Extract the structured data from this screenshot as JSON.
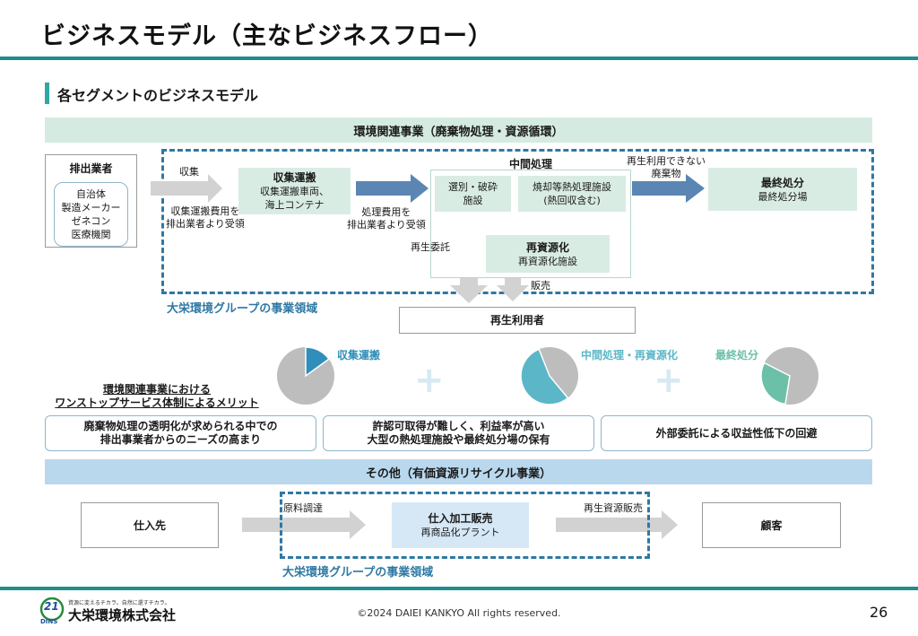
{
  "page": {
    "title": "ビジネスモデル（主なビジネスフロー）",
    "subtitle": "各セグメントのビジネスモデル",
    "page_number": "26",
    "copyright": "©2024 DAIEI KANKYO All rights reserved."
  },
  "env_section": {
    "band_title": "環境関連事業（廃棄物処理・資源循環）",
    "scope_label": "大栄環境グループの事業領域",
    "emitters": {
      "title": "排出業者",
      "items": [
        "自治体",
        "製造メーカー",
        "ゼネコン",
        "医療機関"
      ]
    },
    "arrow_collect": "収集",
    "collect_fee": "収集運搬費用を\n排出業者より受領",
    "collection": {
      "title": "収集運搬",
      "desc": "収集運搬車両、\n海上コンテナ"
    },
    "processing_fee": "処理費用を\n排出業者より受領",
    "intermediate": {
      "title": "中間処理",
      "sorting": "選別・破砕\n施設",
      "incineration": "焼却等熱処理施設\n(熱回収含む)"
    },
    "recycle": {
      "title": "再資源化",
      "desc": "再資源化施設"
    },
    "unrecyclable": "再生利用できない\n廃棄物",
    "final": {
      "title": "最終処分",
      "desc": "最終処分場"
    },
    "recycle_consign": "再生委託",
    "sale": "販売",
    "recycler": "再生利用者"
  },
  "pies": [
    {
      "label": "収集運搬",
      "share": 0.15,
      "color": "#2f8fba"
    },
    {
      "label": "中間処理・再資源化",
      "share": 0.55,
      "color": "#5bb7c7"
    },
    {
      "label": "最終処分",
      "share": 0.3,
      "color": "#6cc0a8"
    }
  ],
  "merits": {
    "heading": "環境関連事業における\nワンストップサービス体制によるメリット",
    "items": [
      "廃棄物処理の透明化が求められる中での\n排出事業者からのニーズの高まり",
      "許認可取得が難しく、利益率が高い\n大型の熱処理施設や最終処分場の保有",
      "外部委託による収益性低下の回避"
    ]
  },
  "other_section": {
    "band_title": "その他（有価資源リサイクル事業）",
    "scope_label": "大栄環境グループの事業領域",
    "supplier": "仕入先",
    "arrow_raw": "原料調達",
    "process": {
      "title": "仕入加工販売",
      "desc": "再商品化プラント"
    },
    "arrow_sale": "再生資源販売",
    "customer": "顧客"
  },
  "logo": {
    "tagline": "資源に変えるチカラ。自然に還すチカラ。",
    "name": "大栄環境株式会社",
    "mark": "21",
    "mark_sub": "DINS"
  }
}
